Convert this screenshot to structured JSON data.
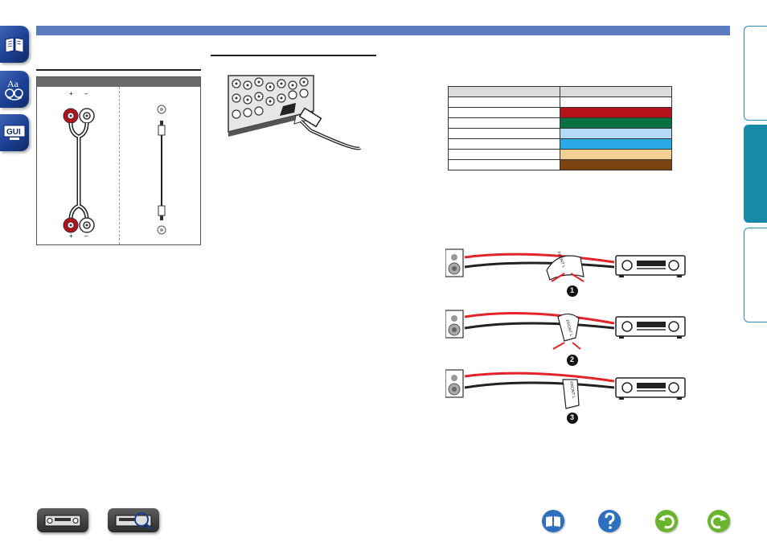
{
  "side_nav": [
    {
      "name": "contents",
      "icon": "book-icon"
    },
    {
      "name": "index",
      "icon": "index-icon"
    },
    {
      "name": "gui",
      "icon": "gui-icon",
      "label": "GUI"
    }
  ],
  "connector": {
    "jack_top_labels": [
      "+",
      "–"
    ],
    "jack_bottom_labels": [
      "+",
      "–"
    ]
  },
  "color_table": {
    "rows": [
      {
        "color": "#ffffff"
      },
      {
        "color": "#b5111a"
      },
      {
        "color": "#0a7242"
      },
      {
        "color": "#b3dbf5"
      },
      {
        "color": "#2aa9e8"
      },
      {
        "color": "#f3cf93"
      },
      {
        "color": "#7b430f"
      }
    ]
  },
  "tie_steps": [
    "1",
    "2",
    "3"
  ],
  "tie_label": "FRONT L",
  "colors": {
    "accent_bar": "#5a7bc0",
    "nav_blue": "#1b3f91",
    "tab_active": "#168aa8",
    "wire_red": "#e2232a"
  },
  "bottom_nav": [
    {
      "name": "front-panel",
      "icon": "front-panel-icon"
    },
    {
      "name": "rear-panel",
      "icon": "rear-panel-icon"
    },
    {
      "name": "contents",
      "icon": "book-icon"
    },
    {
      "name": "help",
      "icon": "question-icon"
    },
    {
      "name": "back",
      "icon": "back-arrow-icon"
    },
    {
      "name": "forward",
      "icon": "forward-arrow-icon"
    }
  ]
}
